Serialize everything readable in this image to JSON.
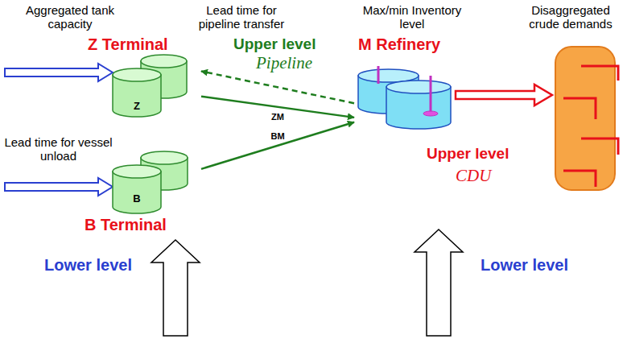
{
  "diagram": {
    "nodes": [
      {
        "text": [
          "Z Terminal",
          "Z"
        ]
      },
      {
        "text": [
          "M Refinery",
          "Upper level",
          "CDU"
        ]
      },
      {
        "text": [
          "B",
          "B Terminal"
        ]
      }
    ],
    "edges": [
      {
        "from": 0,
        "to": 1,
        "label": "ZM",
        "arrow": "to"
      },
      {
        "from": 1,
        "to": 0,
        "arrow": "to"
      },
      {
        "from": 2,
        "to": 1,
        "label": "BM",
        "arrow": "to"
      }
    ],
    "labels": [
      "Aggregated tank capacity",
      "Lead time for pipeline transfer",
      "Max/min Inventory level",
      "Disaggregated crude demands",
      "Upper level",
      "Pipeline",
      "Lead time for vessel unload",
      "Lower level",
      "Lower level"
    ]
  }
}
